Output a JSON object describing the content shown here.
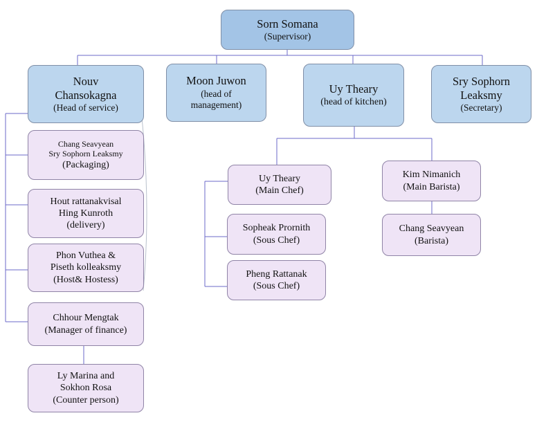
{
  "nodes": {
    "sorn": [
      "Sorn Somana",
      "(Supervisor)"
    ],
    "nouv": [
      "Nouv",
      "Chansokagna",
      "(Head of service)"
    ],
    "moon": [
      "Moon Juwon",
      "(head of",
      "management)"
    ],
    "uy_head": [
      "Uy Theary",
      "(head of kitchen)"
    ],
    "sry": [
      "Sry Sophorn",
      "Leaksmy",
      "(Secretary)"
    ],
    "packaging": [
      "Chang Seavyean",
      "Sry Sophorn Leaksmy",
      "(Packaging)"
    ],
    "delivery": [
      "Hout rattanakvisal",
      "Hing Kunroth",
      "(delivery)"
    ],
    "host": [
      "Phon Vuthea &",
      "Piseth kolleaksmy",
      "(Host& Hostess)"
    ],
    "finance": [
      "Chhour Mengtak",
      "(Manager of finance)"
    ],
    "counter": [
      "Ly Marina and",
      "Sokhon Rosa",
      "(Counter person)"
    ],
    "main_chef": [
      "Uy Theary",
      "(Main Chef)"
    ],
    "sous1": [
      "Sopheak Prornith",
      "(Sous Chef)"
    ],
    "sous2": [
      "Pheng Rattanak",
      "(Sous Chef)"
    ],
    "main_barista": [
      "Kim Nimanich",
      "(Main Barista)"
    ],
    "barista": [
      "Chang Seavyean",
      "(Barista)"
    ]
  },
  "colors": {
    "level1": "#a3c4e6",
    "level2": "#bcd6ee",
    "level3": "#efe4f6",
    "connector": "#6b68c9"
  }
}
